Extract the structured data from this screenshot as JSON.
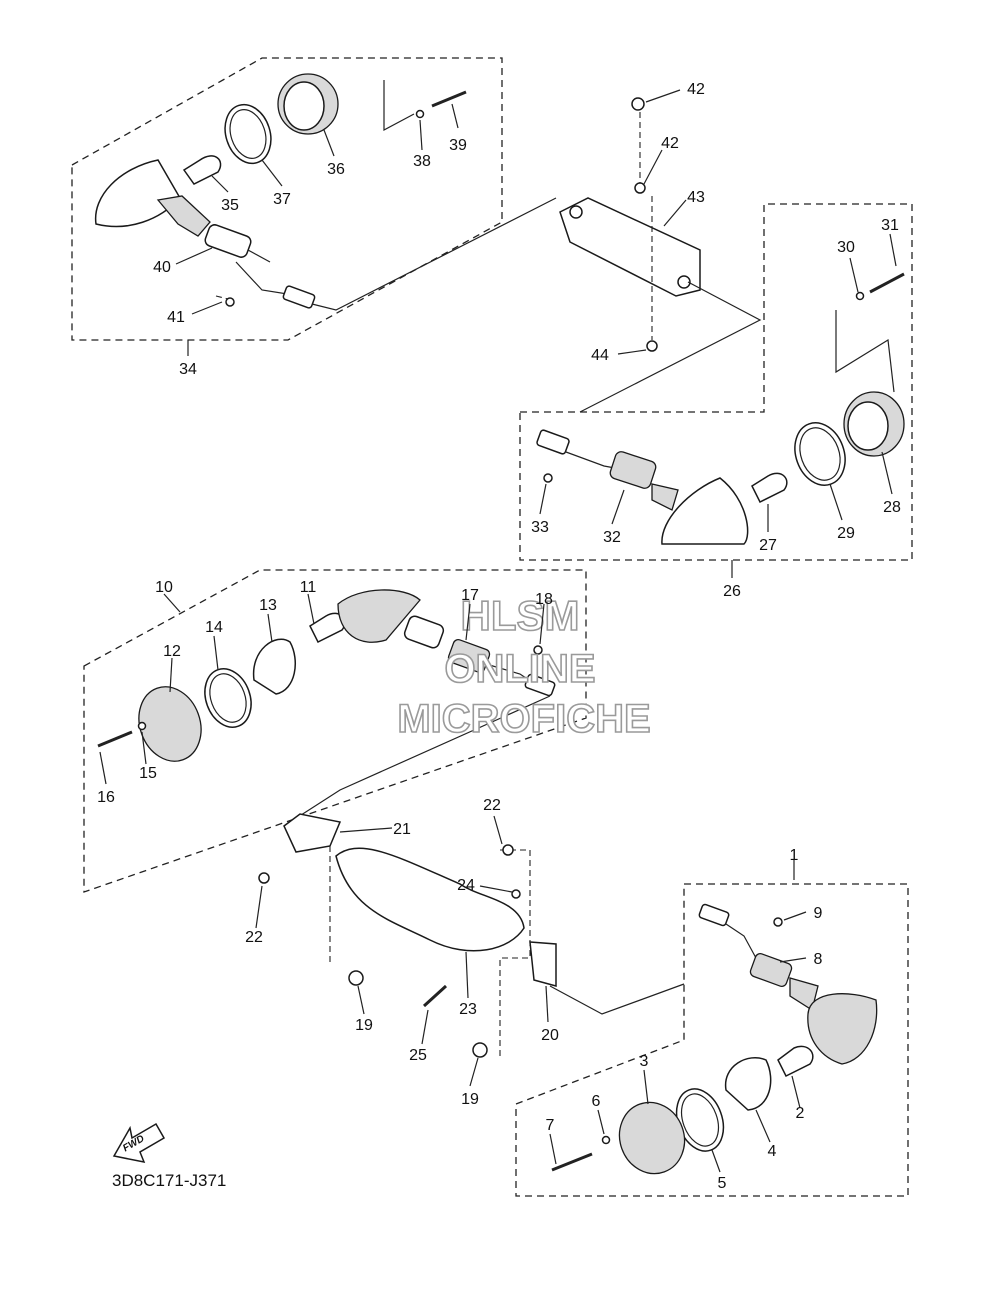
{
  "diagram": {
    "reference_code": "3D8C171-J371",
    "fwd_label": "FWD",
    "watermark": {
      "line1": "HLSM",
      "line2": "ONLINE",
      "line3": "MICROFICHE"
    },
    "callouts": [
      {
        "id": "c1",
        "text": "1"
      },
      {
        "id": "c2",
        "text": "2"
      },
      {
        "id": "c3",
        "text": "3"
      },
      {
        "id": "c4",
        "text": "4"
      },
      {
        "id": "c5",
        "text": "5"
      },
      {
        "id": "c6",
        "text": "6"
      },
      {
        "id": "c7",
        "text": "7"
      },
      {
        "id": "c8",
        "text": "8"
      },
      {
        "id": "c9",
        "text": "9"
      },
      {
        "id": "c10",
        "text": "10"
      },
      {
        "id": "c11",
        "text": "11"
      },
      {
        "id": "c12",
        "text": "12"
      },
      {
        "id": "c13",
        "text": "13"
      },
      {
        "id": "c14",
        "text": "14"
      },
      {
        "id": "c15",
        "text": "15"
      },
      {
        "id": "c16",
        "text": "16"
      },
      {
        "id": "c17",
        "text": "17"
      },
      {
        "id": "c18",
        "text": "18"
      },
      {
        "id": "c19a",
        "text": "19"
      },
      {
        "id": "c19b",
        "text": "19"
      },
      {
        "id": "c20",
        "text": "20"
      },
      {
        "id": "c21",
        "text": "21"
      },
      {
        "id": "c22a",
        "text": "22"
      },
      {
        "id": "c22b",
        "text": "22"
      },
      {
        "id": "c23",
        "text": "23"
      },
      {
        "id": "c24",
        "text": "24"
      },
      {
        "id": "c25",
        "text": "25"
      },
      {
        "id": "c26",
        "text": "26"
      },
      {
        "id": "c27",
        "text": "27"
      },
      {
        "id": "c28",
        "text": "28"
      },
      {
        "id": "c29",
        "text": "29"
      },
      {
        "id": "c30",
        "text": "30"
      },
      {
        "id": "c31",
        "text": "31"
      },
      {
        "id": "c32",
        "text": "32"
      },
      {
        "id": "c33",
        "text": "33"
      },
      {
        "id": "c34",
        "text": "34"
      },
      {
        "id": "c35",
        "text": "35"
      },
      {
        "id": "c36",
        "text": "36"
      },
      {
        "id": "c37",
        "text": "37"
      },
      {
        "id": "c38",
        "text": "38"
      },
      {
        "id": "c39",
        "text": "39"
      },
      {
        "id": "c40",
        "text": "40"
      },
      {
        "id": "c41",
        "text": "41"
      },
      {
        "id": "c42a",
        "text": "42"
      },
      {
        "id": "c42b",
        "text": "42"
      },
      {
        "id": "c43",
        "text": "43"
      },
      {
        "id": "c44",
        "text": "44"
      }
    ]
  }
}
